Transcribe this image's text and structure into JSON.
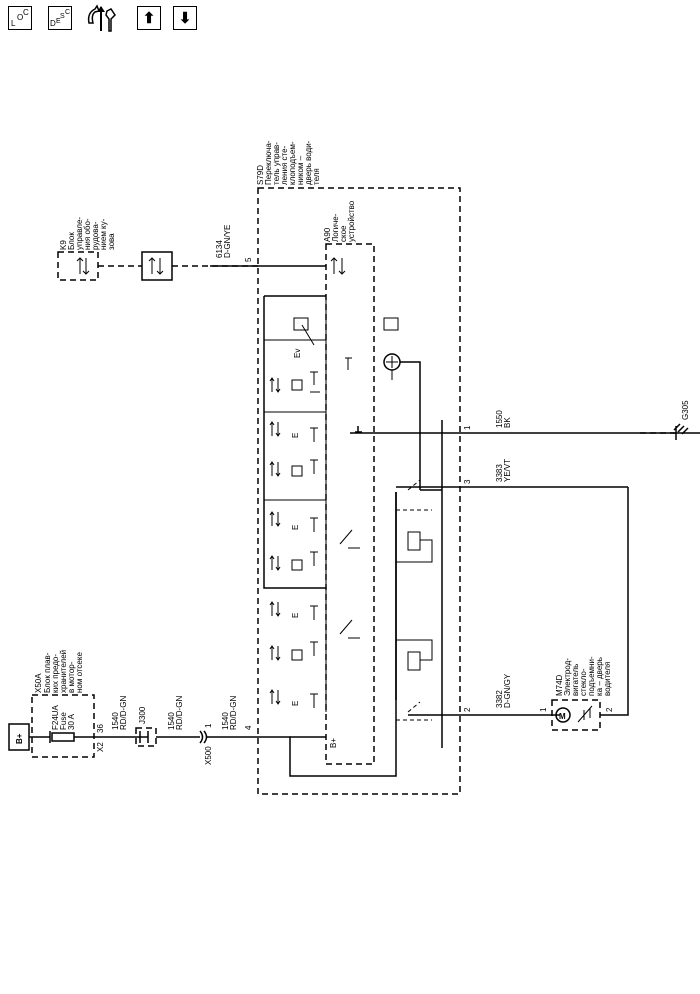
{
  "toolbar": {
    "loc_main": "L",
    "loc_sub": "O",
    "loc_sub2": "C",
    "desc_main": "D",
    "desc_sub": "E",
    "desc_sub2": "S",
    "desc_sub3": "C",
    "up_arrow": "⬆",
    "down_arrow": "⬇"
  },
  "labels": {
    "bplus": "B+",
    "x50a": "X50A",
    "x50a_desc_1": "Блок плав-",
    "x50a_desc_2": "ких предо-",
    "x50a_desc_3": "хранителей",
    "x50a_desc_4": "в мотор-",
    "x50a_desc_5": "ном отсеке",
    "f24ua": "F24UA",
    "fuse": "Fuse",
    "fuse_amp": "30 A",
    "x2": "X2",
    "pin36": "36",
    "w1540_a": "1540",
    "w1540_a_col": "RD/D-GN",
    "j300": "J300",
    "w1540_b": "1540",
    "w1540_b_col": "RD/D-GN",
    "x500": "X500",
    "x500_pin": "1",
    "w1540_c": "1540",
    "w1540_c_col": "RD/D-GN",
    "pin4": "4",
    "k9": "K9",
    "k9_desc_1": "Блок",
    "k9_desc_2": "управле-",
    "k9_desc_3": "ния обо-",
    "k9_desc_4": "рудова-",
    "k9_desc_5": "нием ку-",
    "k9_desc_6": "зова",
    "w6134": "6134",
    "w6134_col": "D-GN/YE",
    "pin5": "5",
    "s79d": "S79D",
    "s79d_desc_1": "Переключа-",
    "s79d_desc_2": "тель управ-",
    "s79d_desc_3": "ления сте-",
    "s79d_desc_4": "клоподъем-",
    "s79d_desc_5": "ником –",
    "s79d_desc_6": "дверь води-",
    "s79d_desc_7": "теля",
    "a90": "A90",
    "a90_desc_1": "Логиче-",
    "a90_desc_2": "ское",
    "a90_desc_3": "устройство",
    "bplus_inner": "B+",
    "pin1": "1",
    "w1550": "1550",
    "w1550_col": "BK",
    "g305": "G305",
    "pin3": "3",
    "w3383": "3383",
    "w3383_col": "YE/VT",
    "pin2": "2",
    "w3382": "3382",
    "w3382_col": "D-GN/GY",
    "m74d": "M74D",
    "m74d_desc_1": "Электрод-",
    "m74d_desc_2": "вигатель",
    "m74d_desc_3": "стекло-",
    "m74d_desc_4": "подъемни-",
    "m74d_desc_5": "ка – дверь",
    "m74d_desc_6": "водителя",
    "m_pin1": "1",
    "m_pin2": "2",
    "motor_symbol": "M"
  }
}
